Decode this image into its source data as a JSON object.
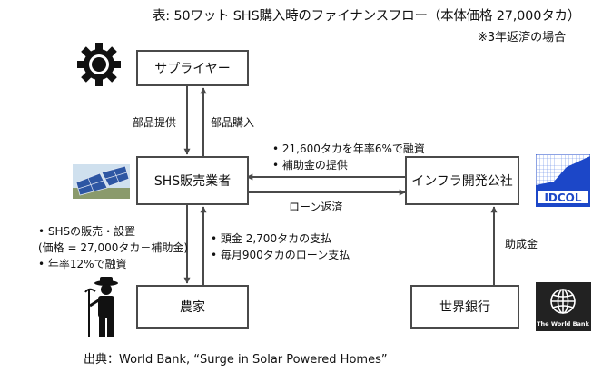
{
  "title": "表: 50ワット SHS購入時のファイナンスフロー（本体価格 27,000タカ）",
  "subtitle": "※3年返済の場合",
  "boxes": {
    "supplier": "サプライヤー",
    "dealer": "SHS販売業者",
    "farmer": "農家",
    "idcol_company": "インフラ開発公社",
    "world_bank": "世界銀行"
  },
  "labels": {
    "parts_supply": "部品提供",
    "parts_purchase": "部品購入",
    "idcol_to_dealer": [
      "21,600タカを年率6%で融資",
      "補助金の提供"
    ],
    "loan_repayment": "ローン返済",
    "dealer_to_farmer": [
      "SHSの販売・設置",
      "(価格 = 27,000タカ－補助金)",
      "年率12%で融資"
    ],
    "farmer_to_dealer": [
      "頭金 2,700タカの支払",
      "毎月900タカのローン支払"
    ],
    "grant": "助成金"
  },
  "logos": {
    "idcol": "IDCOL",
    "world_bank": "The World Bank"
  },
  "icons": [
    "gear-icon",
    "solar-panel-icon",
    "farmer-icon",
    "idcol-logo",
    "world-bank-logo"
  ],
  "source": "出典：World Bank, “Surge in Solar Powered Homes”",
  "colors": {
    "box_border": "#4a4a4a",
    "arrow": "#4a4a4a",
    "idcol_blue": "#1c47c8",
    "world_bank_bg": "#222222",
    "solar_blue": "#2d56a3"
  }
}
